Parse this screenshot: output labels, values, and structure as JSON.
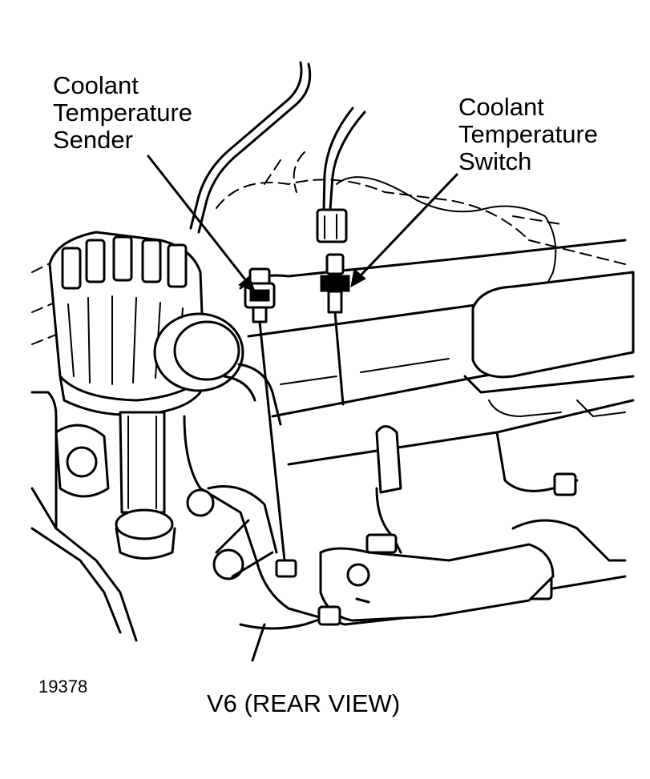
{
  "labels": {
    "sender": [
      "Coolant",
      "Temperature",
      "Sender"
    ],
    "switch": [
      "Coolant",
      "Temperature",
      "Switch"
    ]
  },
  "figure_number": "19378",
  "caption": "V6 (REAR VIEW)",
  "colors": {
    "ink": "#000000",
    "paper": "#ffffff"
  }
}
